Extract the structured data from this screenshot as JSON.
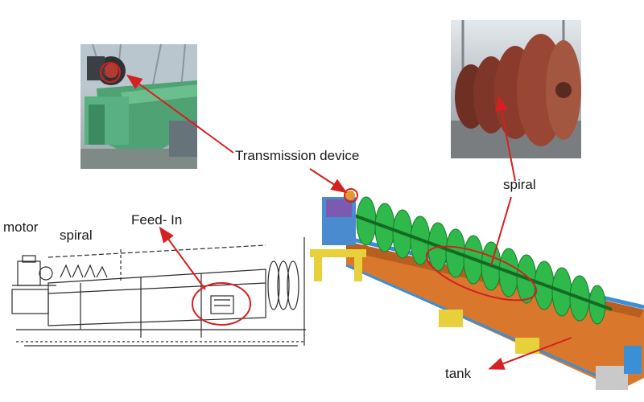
{
  "labels": {
    "transmission": "Transmission device",
    "spiral_right": "spiral",
    "motor": "motor",
    "spiral_left": "spiral",
    "feed_in": "Feed- In",
    "tank": "tank"
  },
  "colors": {
    "annotation": "#d42020",
    "machine_green": "#2fb94a",
    "tank_orange": "#d9782c",
    "frame_blue": "#3b8fd6",
    "support_yellow": "#e8d03a",
    "photo_green": "#5fae7a",
    "spiral_rust": "#8a3b2c"
  }
}
